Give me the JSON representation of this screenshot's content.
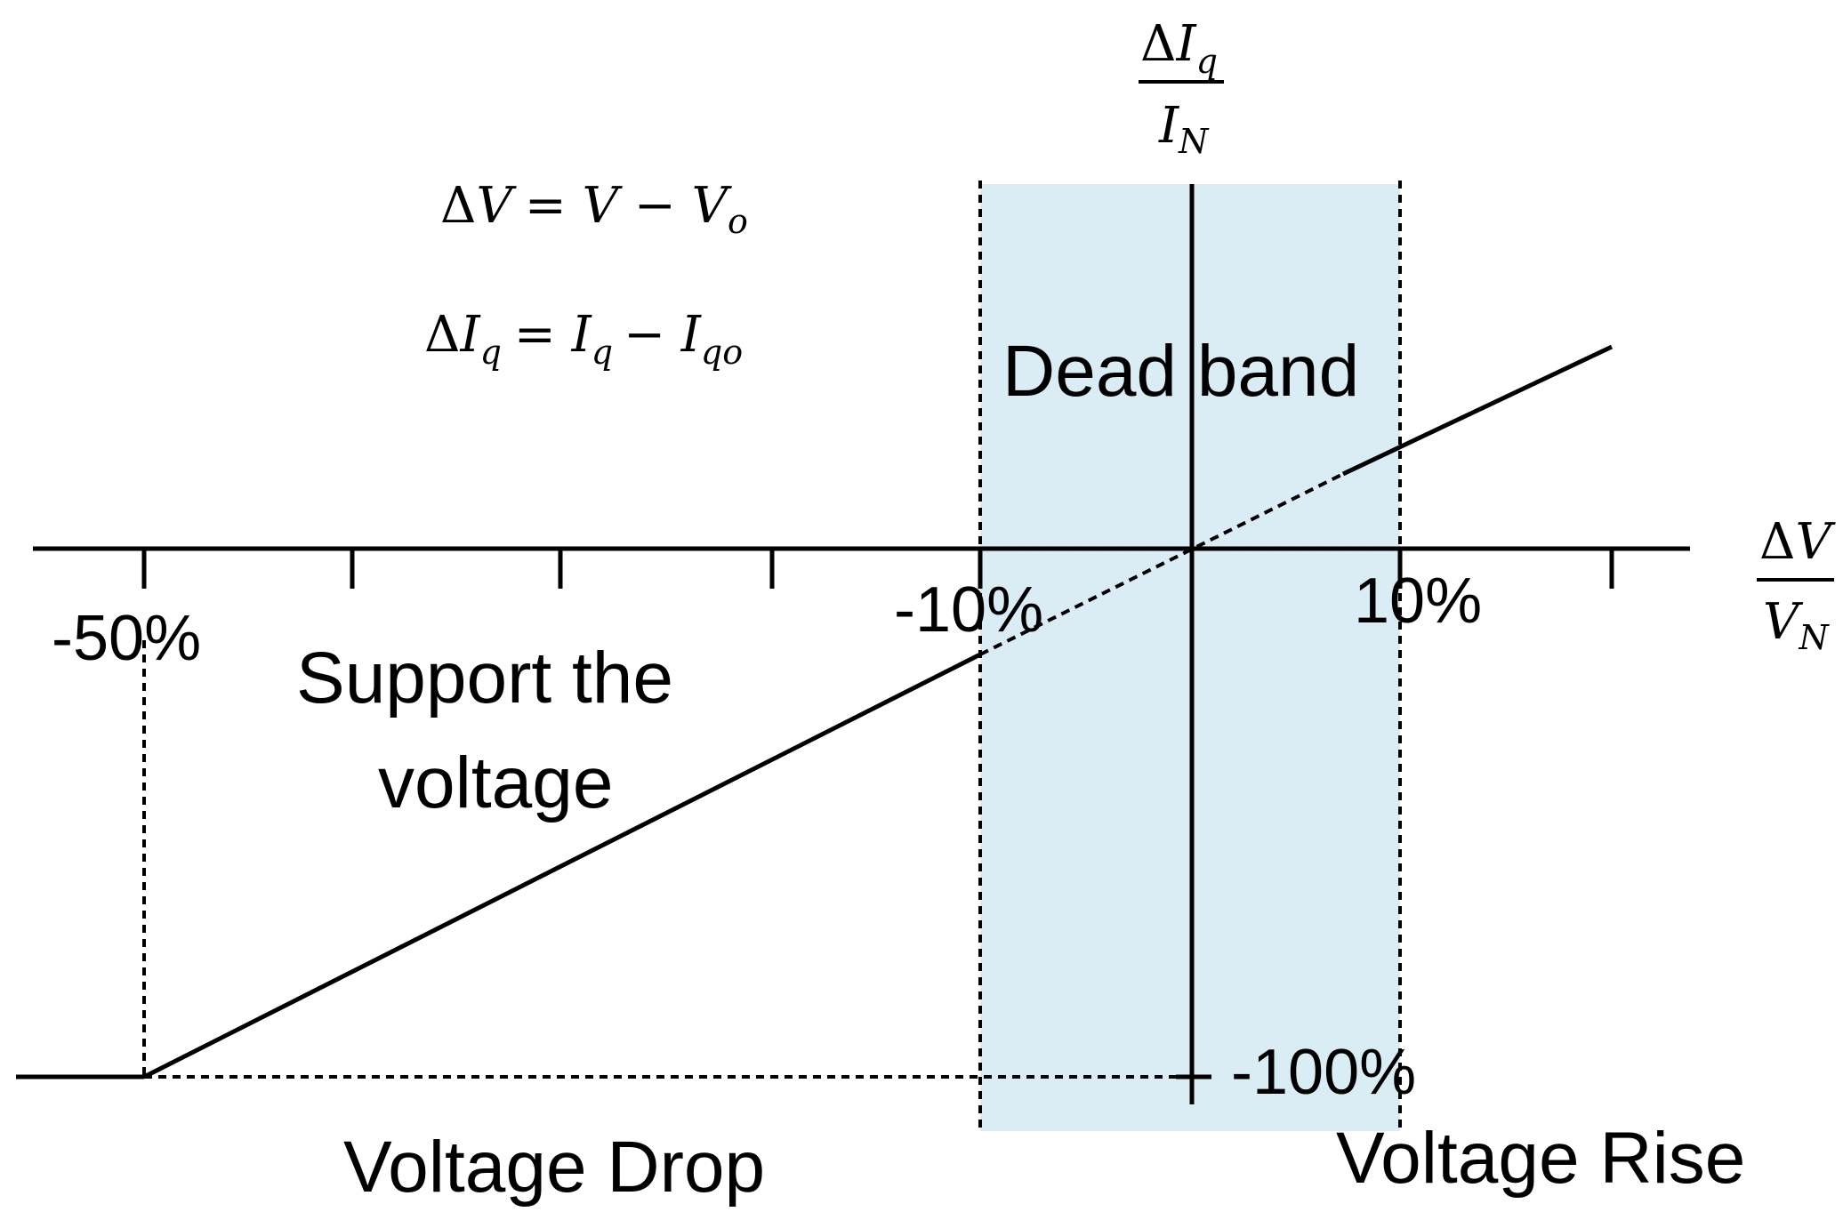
{
  "equations": {
    "dv_lhs_delta": "Δ",
    "dv_lhs_var": "V",
    "dv_rhs": "= V − V",
    "dv_rhs_sub": "o",
    "diq_lhs_delta": "Δ",
    "diq_lhs_var": "I",
    "diq_lhs_sub": "q",
    "diq_rhs_a": "= I",
    "diq_rhs_a_sub": "q",
    "diq_rhs_b": "− I",
    "diq_rhs_b_sub": "qo"
  },
  "axes": {
    "y_label_num_delta": "Δ",
    "y_label_num_var": "I",
    "y_label_num_sub": "q",
    "y_label_den_var": "I",
    "y_label_den_sub": "N",
    "x_label_num_delta": "Δ",
    "x_label_num_var": "V",
    "x_label_den_var": "V",
    "x_label_den_sub": "N"
  },
  "ticks": {
    "minus50": "-50%",
    "minus10": "-10%",
    "plus10": "10%",
    "minus100": "-100%"
  },
  "regions": {
    "dead_band": "Dead band",
    "support_line1": "Support the",
    "support_line2": "voltage",
    "voltage_drop": "Voltage Drop",
    "voltage_rise": "Voltage Rise"
  },
  "colors": {
    "dead_band_fill": "#daedf4",
    "line": "#000000"
  }
}
